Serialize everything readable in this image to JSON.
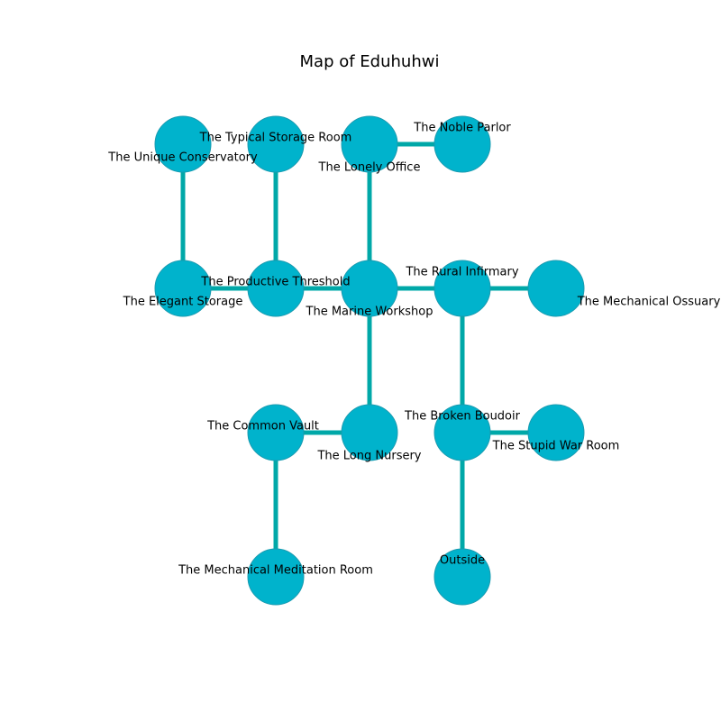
{
  "map": {
    "title": "Map of Eduhuhwi",
    "colors": {
      "node_fill": "#00b3cc",
      "node_stroke": "#1a9bb0",
      "edge": "#00a8a8",
      "background": "#ffffff"
    },
    "rooms": [
      {
        "id": "unique-conservatory",
        "name": "The Unique Conservatory",
        "col": 0,
        "row": 0
      },
      {
        "id": "typical-storage-room",
        "name": "The Typical Storage Room",
        "col": 1,
        "row": 0
      },
      {
        "id": "lonely-office",
        "name": "The Lonely Office",
        "col": 2,
        "row": 0
      },
      {
        "id": "noble-parlor",
        "name": "The Noble Parlor",
        "col": 3,
        "row": 0
      },
      {
        "id": "elegant-storage",
        "name": "The Elegant Storage",
        "col": 0,
        "row": 1
      },
      {
        "id": "productive-threshold",
        "name": "The Productive Threshold",
        "col": 1,
        "row": 1
      },
      {
        "id": "marine-workshop",
        "name": "The Marine Workshop",
        "col": 2,
        "row": 1
      },
      {
        "id": "rural-infirmary",
        "name": "The Rural Infirmary",
        "col": 3,
        "row": 1
      },
      {
        "id": "mechanical-ossuary",
        "name": "The Mechanical Ossuary",
        "col": 4,
        "row": 1
      },
      {
        "id": "common-vault",
        "name": "The Common Vault",
        "col": 1,
        "row": 2
      },
      {
        "id": "long-nursery",
        "name": "The Long Nursery",
        "col": 2,
        "row": 2
      },
      {
        "id": "broken-boudoir",
        "name": "The Broken Boudoir",
        "col": 3,
        "row": 2
      },
      {
        "id": "stupid-war-room",
        "name": "The Stupid War Room",
        "col": 4,
        "row": 2
      },
      {
        "id": "mechanical-meditation-room",
        "name": "The Mechanical Meditation Room",
        "col": 1,
        "row": 3
      },
      {
        "id": "outside",
        "name": "Outside",
        "col": 3,
        "row": 3
      }
    ],
    "connections": [
      [
        "unique-conservatory",
        "elegant-storage"
      ],
      [
        "typical-storage-room",
        "productive-threshold"
      ],
      [
        "lonely-office",
        "noble-parlor"
      ],
      [
        "lonely-office",
        "marine-workshop"
      ],
      [
        "elegant-storage",
        "productive-threshold"
      ],
      [
        "productive-threshold",
        "marine-workshop"
      ],
      [
        "marine-workshop",
        "rural-infirmary"
      ],
      [
        "marine-workshop",
        "long-nursery"
      ],
      [
        "rural-infirmary",
        "mechanical-ossuary"
      ],
      [
        "rural-infirmary",
        "broken-boudoir"
      ],
      [
        "common-vault",
        "long-nursery"
      ],
      [
        "common-vault",
        "mechanical-meditation-room"
      ],
      [
        "broken-boudoir",
        "stupid-war-room"
      ],
      [
        "broken-boudoir",
        "outside"
      ]
    ]
  }
}
